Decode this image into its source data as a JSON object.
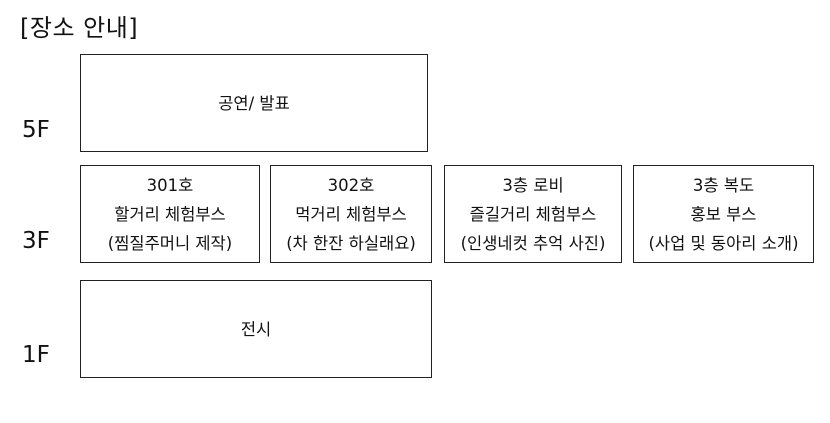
{
  "title": "[장소 안내]",
  "floors": {
    "f5": {
      "label": "5F",
      "rooms": [
        {
          "lines": [
            "공연/ 발표"
          ]
        }
      ]
    },
    "f3": {
      "label": "3F",
      "rooms": [
        {
          "lines": [
            "301호",
            "할거리 체험부스",
            "(찜질주머니 제작)"
          ]
        },
        {
          "lines": [
            "302호",
            "먹거리 체험부스",
            "(차 한잔 하실래요)"
          ]
        },
        {
          "lines": [
            "3층 로비",
            "즐길거리 체험부스",
            "(인생네컷 추억 사진)"
          ]
        },
        {
          "lines": [
            "3층 복도",
            "홍보 부스",
            "(사업 및 동아리 소개)"
          ]
        }
      ]
    },
    "f1": {
      "label": "1F",
      "rooms": [
        {
          "lines": [
            "전시"
          ]
        }
      ]
    }
  }
}
